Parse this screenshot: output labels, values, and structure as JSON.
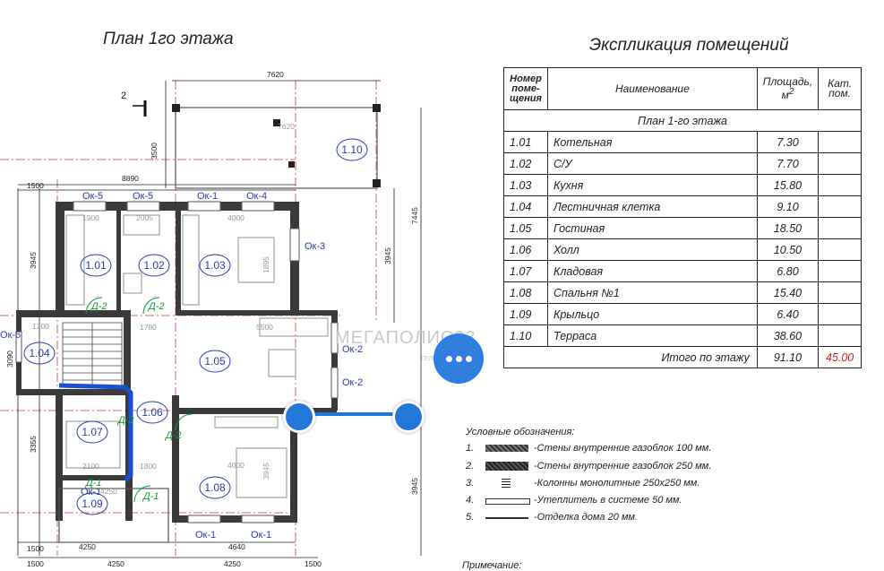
{
  "plan": {
    "title": "План 1го этажа",
    "rooms": [
      {
        "id": "1.01"
      },
      {
        "id": "1.02"
      },
      {
        "id": "1.03"
      },
      {
        "id": "1.04"
      },
      {
        "id": "1.05"
      },
      {
        "id": "1.06"
      },
      {
        "id": "1.07"
      },
      {
        "id": "1.08"
      },
      {
        "id": "1.09"
      },
      {
        "id": "1.10"
      }
    ],
    "dimensions": {
      "top_outer": "7620",
      "top_inner": "7620",
      "left_total": "8890",
      "seg_1500_a": "1500",
      "seg_1500_b": "1500",
      "seg_1500_c": "1500",
      "seg_1500_d": "1500",
      "seg_3500": "3500",
      "seg_3945_a": "3945",
      "seg_3945_b": "3945",
      "seg_3945_c": "3945",
      "seg_7445": "7445",
      "seg_3090": "3090",
      "seg_3355": "3355",
      "seg_4250_a": "4250",
      "seg_4250_b": "4250",
      "seg_4250_c": "4250",
      "seg_4250_d": "4250",
      "seg_4640": "4640",
      "seg_1900": "1900",
      "seg_2005": "2005",
      "seg_4000_a": "4000",
      "seg_4000_b": "4000",
      "seg_1780": "1780",
      "seg_5500": "5500",
      "seg_2100": "2100",
      "seg_1800": "1800",
      "seg_1200": "1200",
      "seg_1895": "1895",
      "seg_3945_d": "3945"
    },
    "labels": {
      "ok5a": "Ок-5",
      "ok5b": "Ок-5",
      "ok1a": "Ок-1",
      "ok4": "Ок-4",
      "ok3": "Ок-3",
      "ok2a": "Ок-2",
      "ok2b": "Ок-2",
      "ok1b": "Ок-1",
      "ok1c": "Ок-1",
      "ok1d": "Ок-1",
      "ok6": "Ок-6",
      "d2a": "Д-2",
      "d2b": "Д-2",
      "d2c": "Д-2",
      "d2d": "Д-2",
      "d1a": "Д-1",
      "d1b": "Д-1",
      "section": "2"
    },
    "colors": {
      "wall": "#3a3a3a",
      "dim": "#222222",
      "axis": "#d23a3a",
      "door": "#0f9d2d",
      "label": "#2a3bb0",
      "stair_highlight": "#1a4fd6"
    }
  },
  "explication": {
    "title": "Экспликация помещений",
    "headers": {
      "number": "Номер поме-щения",
      "name": "Наименование",
      "area": "Площадь, м",
      "area_sup": "2",
      "cat": "Кат. пом."
    },
    "section": "План 1-го этажа",
    "rows": [
      {
        "num": "1.01",
        "name": "Котельная",
        "area": "7.30"
      },
      {
        "num": "1.02",
        "name": "С/У",
        "area": "7.70"
      },
      {
        "num": "1.03",
        "name": "Кухня",
        "area": "15.80"
      },
      {
        "num": "1.04",
        "name": "Лестничная клетка",
        "area": "9.10"
      },
      {
        "num": "1.05",
        "name": "Гостиная",
        "area": "18.50"
      },
      {
        "num": "1.06",
        "name": "Холл",
        "area": "10.50"
      },
      {
        "num": "1.07",
        "name": "Кладовая",
        "area": "6.80"
      },
      {
        "num": "1.08",
        "name": "Спальня №1",
        "area": "15.40"
      },
      {
        "num": "1.09",
        "name": "Крыльцо",
        "area": "6.40"
      },
      {
        "num": "1.10",
        "name": "Терраса",
        "area": "38.60"
      }
    ],
    "total_label": "Итого по этажу",
    "total_area": "91.10",
    "total_cat": "45.00",
    "total_cat_color": "#d42020"
  },
  "legend": {
    "title": "Условные обозначения:",
    "items": [
      {
        "n": "1.",
        "text": "-Стены внутренние газоблок 100 мм."
      },
      {
        "n": "2.",
        "text": "-Стены внутренние газоблок 250 мм."
      },
      {
        "n": "3.",
        "text": "-Колонны монолитные 250х250 мм."
      },
      {
        "n": "4.",
        "text": "-Утеплитель в системе 50 мм."
      },
      {
        "n": "5.",
        "text": "-Отделка дома 20 мм."
      }
    ],
    "note": "Примечание:"
  },
  "watermark": {
    "brand": "МЕГАПОЛИС23",
    "city": "ГЕЛЕНДЖИК"
  }
}
